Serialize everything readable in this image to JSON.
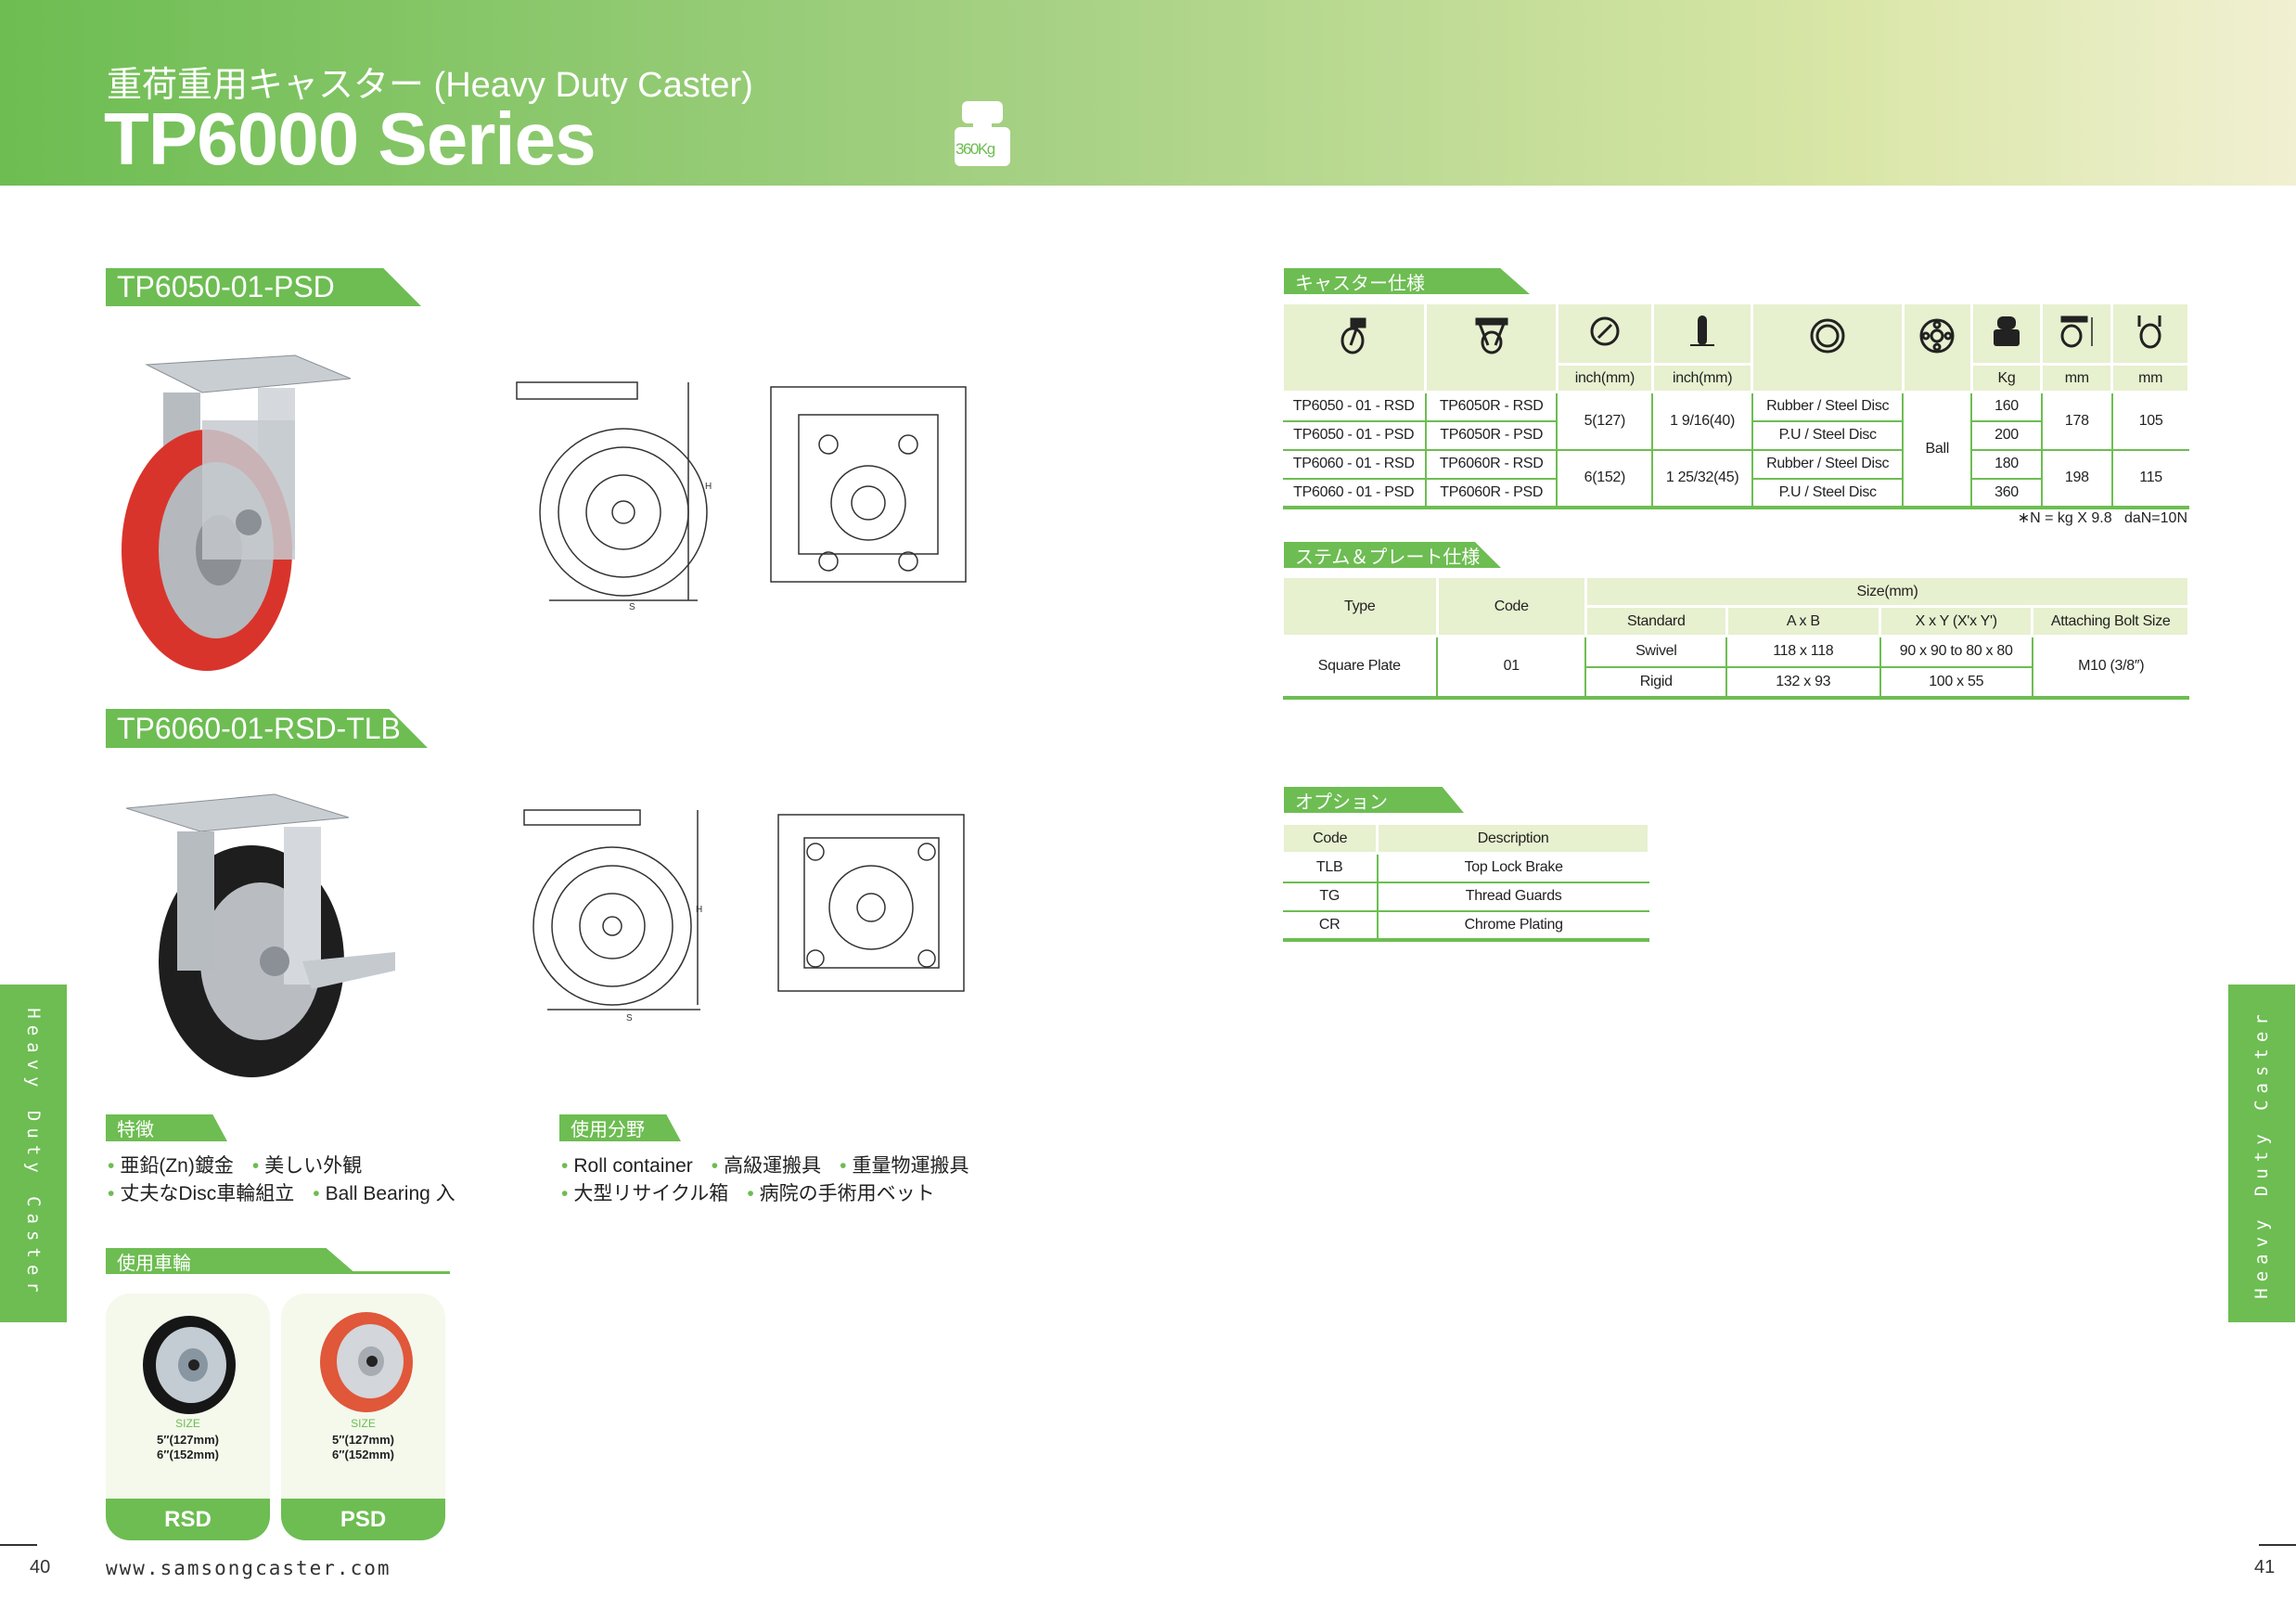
{
  "header": {
    "subtitle": "重荷重用キャスター (Heavy Duty Caster)",
    "title": "TP6000 Series",
    "load_badge": "360Kg"
  },
  "products": [
    {
      "label": "TP6050-01-PSD"
    },
    {
      "label": "TP6060-01-RSD-TLB"
    }
  ],
  "features": {
    "label": "特徴",
    "items": [
      "亜鉛(Zn)鍍金",
      "美しい外観",
      "丈夫なDisc車輪組立",
      "Ball Bearing 入"
    ]
  },
  "usage": {
    "label": "使用分野",
    "items": [
      "Roll container",
      "高級運搬具",
      "重量物運搬具",
      "大型リサイクル箱",
      "病院の手術用ベット"
    ]
  },
  "wheels": {
    "label": "使用車輪",
    "cards": [
      {
        "size_label": "SIZE",
        "size1": "5″(127mm)",
        "size2": "6″(152mm)",
        "name": "RSD"
      },
      {
        "size_label": "SIZE",
        "size1": "5″(127mm)",
        "size2": "6″(152mm)",
        "name": "PSD"
      }
    ]
  },
  "spec": {
    "label": "キャスター仕様",
    "units": [
      "inch(mm)",
      "inch(mm)",
      "Kg",
      "mm",
      "mm"
    ],
    "rows": [
      {
        "swivel": "TP6050 - 01 - RSD",
        "rigid": "TP6050R - RSD",
        "material": "Rubber / Steel Disc",
        "load": "160"
      },
      {
        "swivel": "TP6050 - 01 - PSD",
        "rigid": "TP6050R - PSD",
        "material": "P.U / Steel Disc",
        "load": "200"
      },
      {
        "swivel": "TP6060 - 01 - RSD",
        "rigid": "TP6060R - RSD",
        "material": "Rubber / Steel Disc",
        "load": "180"
      },
      {
        "swivel": "TP6060 - 01 - PSD",
        "rigid": "TP6060R - PSD",
        "material": "P.U / Steel Disc",
        "load": "360"
      }
    ],
    "groups": [
      {
        "diameter": "5(127)",
        "width": "1 9/16(40)",
        "height": "178",
        "offset": "105"
      },
      {
        "diameter": "6(152)",
        "width": "1 25/32(45)",
        "height": "198",
        "offset": "115"
      }
    ],
    "bearing": "Ball",
    "note": "∗N = kg X 9.8   daN=10N"
  },
  "plate": {
    "label": "ステム＆プレート仕様",
    "headers": {
      "type": "Type",
      "code": "Code",
      "size": "Size(mm)",
      "standard": "Standard",
      "axb": "A x B",
      "xxy": "X x Y (X'x Y')",
      "bolt": "Attaching Bolt Size"
    },
    "type": "Square Plate",
    "code": "01",
    "rows": [
      {
        "standard": "Swivel",
        "axb": "118 x 118",
        "xxy": "90 x 90 to 80 x 80"
      },
      {
        "standard": "Rigid",
        "axb": "132 x 93",
        "xxy": "100 x 55"
      }
    ],
    "bolt": "M10 (3/8″)"
  },
  "options": {
    "label": "オプション",
    "headers": {
      "code": "Code",
      "description": "Description"
    },
    "rows": [
      {
        "code": "TLB",
        "description": "Top Lock Brake"
      },
      {
        "code": "TG",
        "description": "Thread Guards"
      },
      {
        "code": "CR",
        "description": "Chrome Plating"
      }
    ]
  },
  "footer": {
    "url": "www.samsongcaster.com",
    "page_left": "40",
    "page_right": "41"
  },
  "side_tab": "Heavy Duty Caster",
  "colors": {
    "accent": "#6dbd52",
    "header_cell": "#e7f0cf",
    "card_bg": "#f4f9ec"
  }
}
